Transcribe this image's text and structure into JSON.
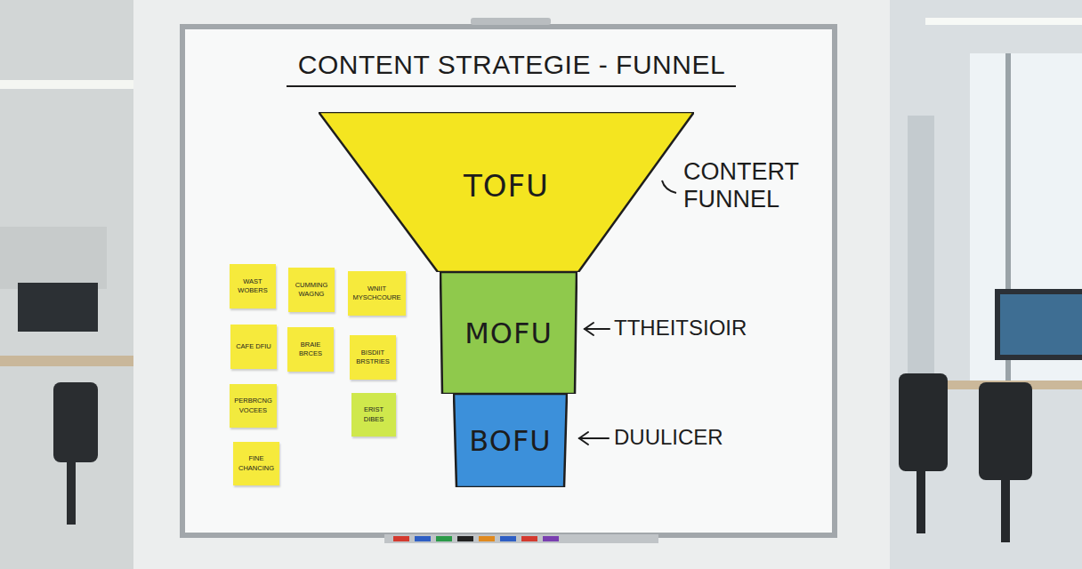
{
  "diagram": {
    "title": "CONTENT STRATEGIE - FUNNEL",
    "nodes": [
      {
        "text": [
          "TOFU"
        ]
      },
      {
        "text": [
          "MOFU"
        ]
      },
      {
        "text": [
          "BOFU"
        ]
      },
      {
        "text": [
          "WAST WOBERS"
        ]
      },
      {
        "text": [
          "CAFE DFIU"
        ]
      },
      {
        "text": [
          "PERBRCNG VOCEES"
        ]
      },
      {
        "text": [
          "FINE CHANCING"
        ]
      },
      {
        "text": [
          "CUMMING WAGNG"
        ]
      },
      {
        "text": [
          "BRAIE BRCES"
        ]
      },
      {
        "text": [
          "WNIIT MYSCHCOURE"
        ]
      },
      {
        "text": [
          "BISDIIT BRSTRIES"
        ]
      },
      {
        "text": [
          "ERIST DIBES"
        ]
      }
    ],
    "labels": [
      "CONTERT FUNNEL",
      "TTHEITSIOIR",
      "DUULICER"
    ]
  }
}
